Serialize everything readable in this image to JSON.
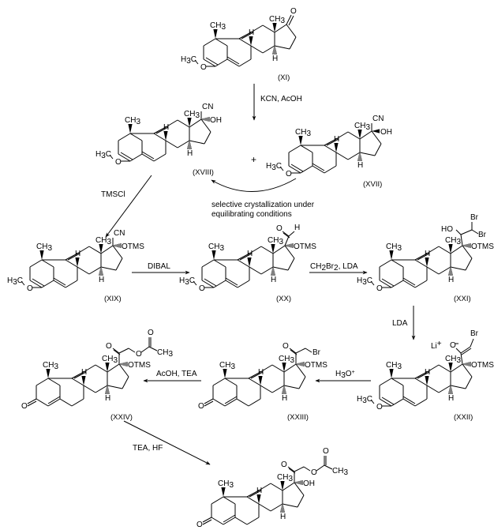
{
  "compounds": [
    {
      "id": "XI",
      "label": "(XI)",
      "ring_a": "diene-ome",
      "c17": "ketone",
      "sub17": []
    },
    {
      "id": "XVIII",
      "label": "(XVIII)",
      "ring_a": "diene-ome",
      "c17": "cyanohydrin-alpha",
      "sub17": [
        "CN",
        "OH"
      ]
    },
    {
      "id": "XVII",
      "label": "(XVII)",
      "ring_a": "diene-ome",
      "c17": "cyanohydrin-beta",
      "sub17": [
        "CN",
        "OH"
      ]
    },
    {
      "id": "XIX",
      "label": "(XIX)",
      "ring_a": "diene-ome",
      "c17": "cn-otms",
      "sub17": [
        "CN",
        "OTMS"
      ]
    },
    {
      "id": "XX",
      "label": "(XX)",
      "ring_a": "diene-ome",
      "c17": "aldehyde-otms",
      "sub17": [
        "O",
        "H",
        "OTMS"
      ]
    },
    {
      "id": "XXI",
      "label": "(XXI)",
      "ring_a": "diene-ome",
      "c17": "dibromo-otms",
      "sub17": [
        "HO",
        "Br",
        "Br",
        "OTMS"
      ]
    },
    {
      "id": "XXII",
      "label": "(XXII)",
      "ring_a": "diene-ome",
      "c17": "enolate-otms",
      "sub17": [
        "Li",
        "+",
        "O",
        "Br",
        "OTMS"
      ]
    },
    {
      "id": "XXIII",
      "label": "(XXIII)",
      "ring_a": "enone",
      "c17": "bromoketone-otms",
      "sub17": [
        "O",
        "Br",
        "OTMS"
      ]
    },
    {
      "id": "XXIV",
      "label": "(XXIV)",
      "ring_a": "enone",
      "c17": "acetoxy-otms",
      "sub17": [
        "O",
        "O",
        "O",
        "CH",
        "3",
        "OTMS"
      ]
    },
    {
      "id": "final",
      "label": "",
      "ring_a": "enone",
      "c17": "acetoxy-oh",
      "sub17": [
        "O",
        "O",
        "O",
        "CH",
        "3",
        "OH"
      ]
    }
  ],
  "atoms": {
    "methyl": "CH",
    "sub3": "3",
    "H": "H",
    "O": "O",
    "H3C": "H",
    "C": "C",
    "ring_o": "O"
  },
  "reagents": {
    "r1": "KCN, AcOH",
    "r2": "TMSCl",
    "r3a": "selective crystallization under",
    "r3b": "equilibrating conditions",
    "r4": "DIBAL",
    "r5": "CH",
    "r5s1": "2",
    "r5b": "Br",
    "r5s2": "2",
    "r5c": ", LDA",
    "r6": "LDA",
    "r7": "H",
    "r7s": "3",
    "r7b": "O",
    "r7c": "+",
    "r8": "AcOH, TEA",
    "r9": "TEA, HF"
  },
  "plus": "+"
}
